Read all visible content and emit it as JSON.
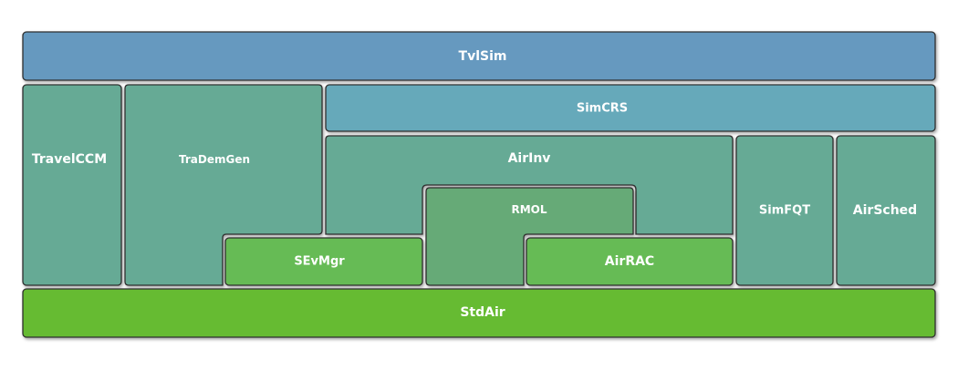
{
  "diagram": {
    "modules": {
      "tvlsim": {
        "label": "TvlSim",
        "color": "#6699bf"
      },
      "travelccm": {
        "label": "TravelCCM",
        "color": "#66aa95"
      },
      "trademgen": {
        "label": "TraDemGen",
        "color": "#66aa95"
      },
      "simcrs": {
        "label": "SimCRS",
        "color": "#66a9ba"
      },
      "airinv": {
        "label": "AirInv",
        "color": "#66aa95"
      },
      "rmol": {
        "label": "RMOL",
        "color": "#66aa77"
      },
      "sevmgr": {
        "label": "SEvMgr",
        "color": "#66bb55"
      },
      "airrac": {
        "label": "AirRAC",
        "color": "#66bb55"
      },
      "simfqt": {
        "label": "SimFQT",
        "color": "#66aa95"
      },
      "airsched": {
        "label": "AirSched",
        "color": "#66aa95"
      },
      "stdair": {
        "label": "StdAir",
        "color": "#66bb33"
      }
    }
  }
}
